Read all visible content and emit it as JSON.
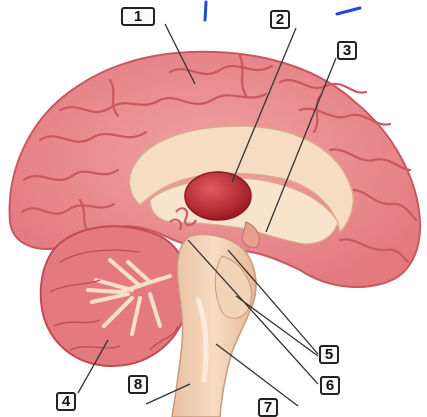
{
  "labels": [
    {
      "id": "1",
      "text": "1"
    },
    {
      "id": "2",
      "text": "2"
    },
    {
      "id": "3",
      "text": "3"
    },
    {
      "id": "4",
      "text": "4"
    },
    {
      "id": "5",
      "text": "5"
    },
    {
      "id": "6",
      "text": "6"
    },
    {
      "id": "7",
      "text": "7"
    },
    {
      "id": "8",
      "text": "8"
    }
  ],
  "colors": {
    "cortex": "#e8868a",
    "cortex_dark": "#c9585f",
    "white_matter": "#f6dcc3",
    "thalamus": "#c0262e",
    "brainstem": "#f2cfb0",
    "cerebellum": "#e47a80",
    "ink": "#222222",
    "pen_blue": "#1f4bd8"
  }
}
